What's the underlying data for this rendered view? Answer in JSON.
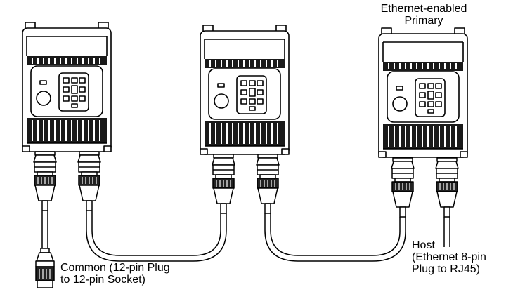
{
  "labels": {
    "primary": {
      "line1": "Ethernet-enabled",
      "line2": "Primary"
    },
    "host": {
      "line1": "Host",
      "line2": "(Ethernet 8-pin",
      "line3": "Plug to RJ45)"
    },
    "common": {
      "line1": "Common (12-pin Plug",
      "line2": "to 12-pin Socket)"
    }
  },
  "devices": [
    {
      "name": "device-left"
    },
    {
      "name": "device-middle"
    },
    {
      "name": "device-primary"
    }
  ],
  "colors": {
    "stroke": "#000000",
    "body": "#ffffff",
    "fins": "#1a1a1a"
  }
}
